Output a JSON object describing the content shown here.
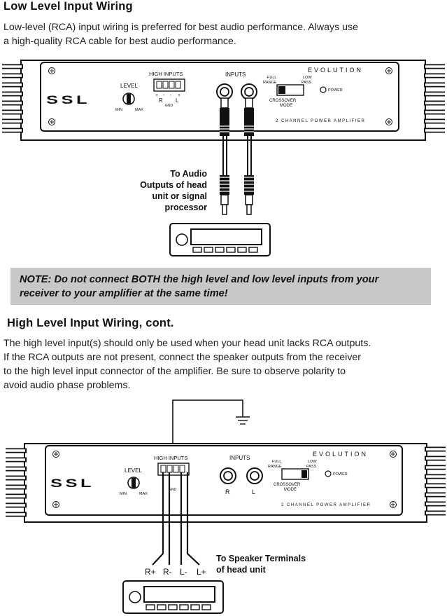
{
  "section1": {
    "title": "Low Level Input Wiring",
    "body_line1": "Low-level (RCA) input wiring is preferred for best audio performance. Always use",
    "body_line2": "a high-quality RCA cable for best audio performance."
  },
  "note": {
    "line1": "NOTE: Do not connect BOTH the high level and low level inputs from your",
    "line2": "receiver to your amplifier at the same time!"
  },
  "section2": {
    "title": "High Level Input Wiring, cont.",
    "body_line1": "The high level input(s) should only be used when your head unit lacks RCA outputs.",
    "body_line2": "If the RCA outputs are not present, connect the speaker outputs from the receiver",
    "body_line3": "to the high level input connector of the amplifier. Be sure to observe polarity to",
    "body_line4": "avoid audio phase problems."
  },
  "amp_labels": {
    "brand": "SSL",
    "model": "EVOLUTION",
    "subtitle": "2 CHANNEL POWER AMPLIFIER",
    "level": "LEVEL",
    "min": "MIN",
    "max": "MAX",
    "high_inputs": "HIGH INPUTS",
    "inputs": "INPUTS",
    "full_range_1": "FULL",
    "full_range_2": "RANGE",
    "low_pass_1": "LOW",
    "low_pass_2": "PASS",
    "crossover_1": "CROSSOVER",
    "crossover_2": "MODE",
    "power": "POWER",
    "r": "R",
    "l": "L",
    "gnd": "GND",
    "plus": "+",
    "minus": "-"
  },
  "diagram1": {
    "dest_line1": "To Audio",
    "dest_line2": "Outputs of head",
    "dest_line3": "unit or signal",
    "dest_line4": "processor"
  },
  "diagram2": {
    "wire_labels": [
      "R+",
      "R-",
      "L-",
      "L+"
    ],
    "dest_line1": "To Speaker Terminals",
    "dest_line2": "of head unit"
  }
}
